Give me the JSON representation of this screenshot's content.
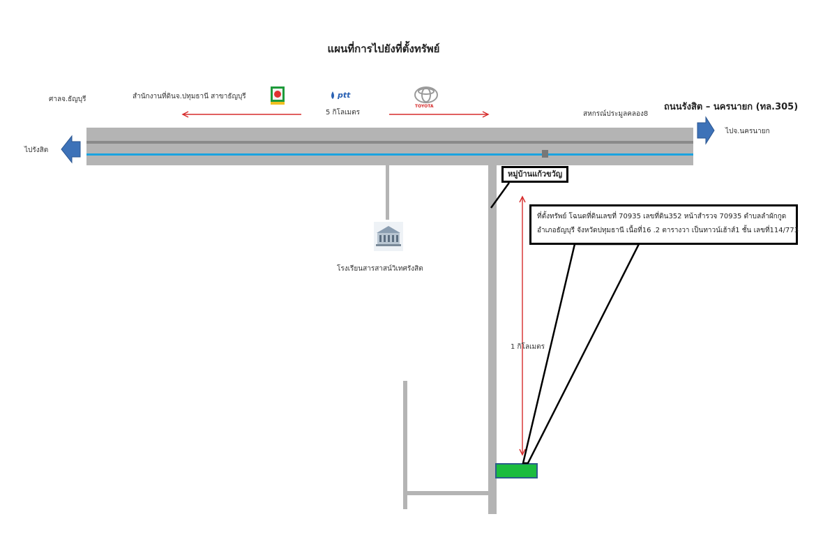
{
  "map": {
    "title": "แผนที่การไปยังที่ตั้งทรัพย์",
    "road_name": "ถนนรังสิต – นครนายก (ทล.305)",
    "labels": {
      "court": "ศาลจ.ธัญบุรี",
      "land_office": "สำนักงานที่ดินจ.ปทุมธานี สาขาธัญบุรี",
      "distance_main": "5 กิโลเมตร",
      "coop": "สหกรณ์ประมูลคลอง8",
      "to_nakhon_nayok": "ไปจ.นครนายก",
      "to_rangsit": "ไปรังสิต",
      "village": "หมู่บ้านแก้วขวัญ",
      "school": "โรงเรียนสารสาสน์วิเทศรังสิต",
      "distance_soi": "1 กิโลเมตร"
    },
    "logos": {
      "ptt": "ptt",
      "toyota": "TOYOTA"
    },
    "callout": {
      "line1": "ที่ตั้งทรัพย์ โฉนดที่ดินเลขที่ 70935 เลขที่ดิน352 หน้าสำรวจ 70935 ตำบลลำผักกูด",
      "line2": "อำเภอธัญบุรี จังหวัดปทุมธานี เนื้อที่16 .2 ตารางวา เป็นทาวน์เฮ้าส์1 ชั้น เลขที่114/773"
    },
    "colors": {
      "road": "#b4b4b4",
      "road_line": "#8a8a8a",
      "canal": "#1aa3e0",
      "arrow_red": "#d62b2b",
      "direction_arrow": "#3d72b8",
      "property": "#1bbc3f"
    }
  }
}
